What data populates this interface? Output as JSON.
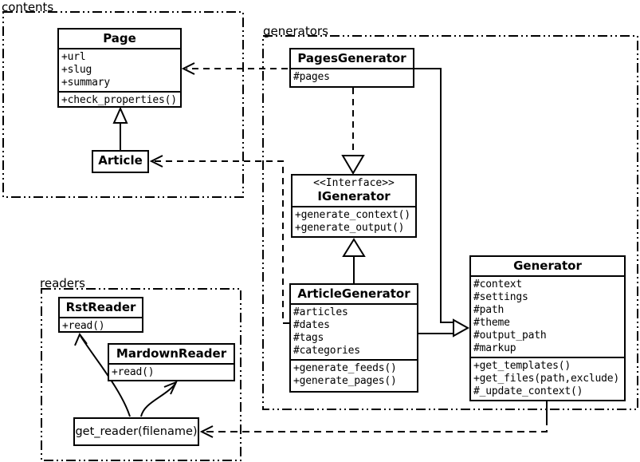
{
  "colors": {
    "line": "#000000",
    "background": "#ffffff"
  },
  "packages": {
    "contents": {
      "label": "contents"
    },
    "generators": {
      "label": "generators"
    },
    "readers": {
      "label": "readers"
    }
  },
  "classes": {
    "page": {
      "name": "Page",
      "attributes": [
        "+url",
        "+slug",
        "+summary"
      ],
      "methods": [
        "+check_properties()"
      ]
    },
    "article": {
      "name": "Article"
    },
    "pages_generator": {
      "name": "PagesGenerator",
      "attributes": [
        "#pages"
      ]
    },
    "igenerator": {
      "stereotype": "<<Interface>>",
      "name": "IGenerator",
      "methods": [
        "+generate_context()",
        "+generate_output()"
      ]
    },
    "article_generator": {
      "name": "ArticleGenerator",
      "attributes": [
        "#articles",
        "#dates",
        "#tags",
        "#categories"
      ],
      "methods": [
        "+generate_feeds()",
        "+generate_pages()"
      ]
    },
    "generator": {
      "name": "Generator",
      "attributes": [
        "#context",
        "#settings",
        "#path",
        "#theme",
        "#output_path",
        "#markup"
      ],
      "methods": [
        "+get_templates()",
        "+get_files(path,exclude)",
        "#_update_context()"
      ]
    },
    "rst_reader": {
      "name": "RstReader",
      "methods": [
        "+read()"
      ]
    },
    "mardown_reader": {
      "name": "MardownReader",
      "methods": [
        "+read()"
      ]
    },
    "get_reader": {
      "label": "get_reader(filename)"
    }
  },
  "relationships": [
    {
      "from": "Article",
      "to": "Page",
      "type": "generalization"
    },
    {
      "from": "PagesGenerator",
      "to": "Page",
      "type": "dependency"
    },
    {
      "from": "ArticleGenerator",
      "to": "Article",
      "type": "dependency"
    },
    {
      "from": "PagesGenerator",
      "to": "IGenerator",
      "type": "realization"
    },
    {
      "from": "ArticleGenerator",
      "to": "IGenerator",
      "type": "generalization"
    },
    {
      "from": "PagesGenerator",
      "to": "Generator",
      "type": "generalization"
    },
    {
      "from": "ArticleGenerator",
      "to": "Generator",
      "type": "generalization"
    },
    {
      "from": "Generator",
      "to": "get_reader",
      "type": "dependency"
    },
    {
      "from": "get_reader",
      "to": "RstReader",
      "type": "arrow"
    },
    {
      "from": "get_reader",
      "to": "MardownReader",
      "type": "arrow"
    }
  ]
}
